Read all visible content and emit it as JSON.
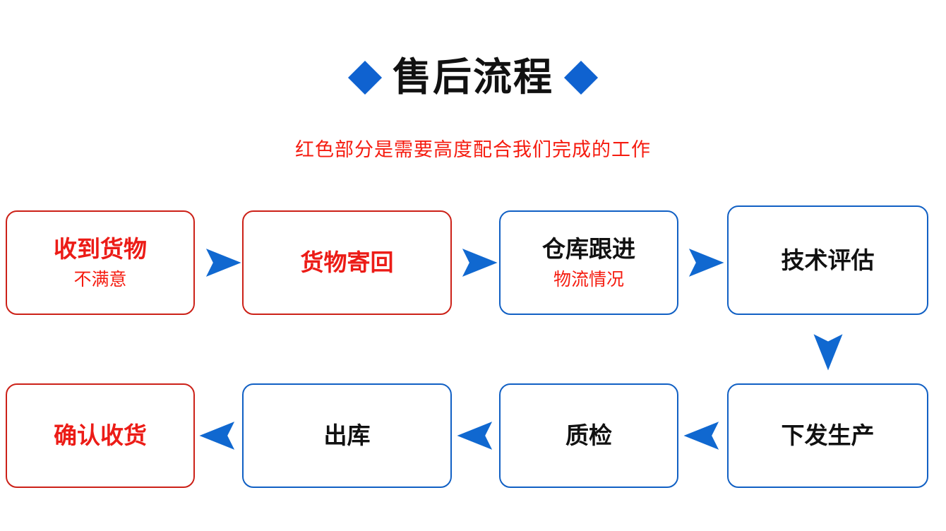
{
  "header": {
    "title": "售后流程",
    "subtitle": "红色部分是需要高度配合我们完成的工作",
    "left_diamond": "diamond-icon",
    "right_diamond": "diamond-icon",
    "title_color": "#111111",
    "subtitle_color": "#F51C10",
    "diamond_color": "#0F62D0"
  },
  "colors": {
    "red_border": "#CC2118",
    "blue_border": "#1160C4",
    "red_text": "#EC1C17",
    "black_text": "#111111",
    "arrow_blue": "#1068D0"
  },
  "flow": {
    "row1": [
      {
        "title": "收到货物",
        "sub": "不满意",
        "border": "red",
        "title_color": "red"
      },
      {
        "title": "货物寄回",
        "sub": "",
        "border": "red",
        "title_color": "red"
      },
      {
        "title": "仓库跟进",
        "sub": "物流情况",
        "border": "blue",
        "title_color": "black"
      },
      {
        "title": "技术评估",
        "sub": "",
        "border": "blue",
        "title_color": "black"
      }
    ],
    "row2": [
      {
        "title": "确认收货",
        "sub": "",
        "border": "red",
        "title_color": "red"
      },
      {
        "title": "出库",
        "sub": "",
        "border": "blue",
        "title_color": "black"
      },
      {
        "title": "质检",
        "sub": "",
        "border": "blue",
        "title_color": "black"
      },
      {
        "title": "下发生产",
        "sub": "",
        "border": "blue",
        "title_color": "black"
      }
    ]
  },
  "arrows": {
    "row1": [
      {
        "direction": "right",
        "name": "arrow-right-1"
      },
      {
        "direction": "right",
        "name": "arrow-right-2"
      },
      {
        "direction": "right",
        "name": "arrow-right-3"
      }
    ],
    "connector": {
      "direction": "down",
      "name": "arrow-down-connector"
    },
    "row2": [
      {
        "direction": "left",
        "name": "arrow-left-1"
      },
      {
        "direction": "left",
        "name": "arrow-left-2"
      },
      {
        "direction": "left",
        "name": "arrow-left-3"
      }
    ]
  }
}
